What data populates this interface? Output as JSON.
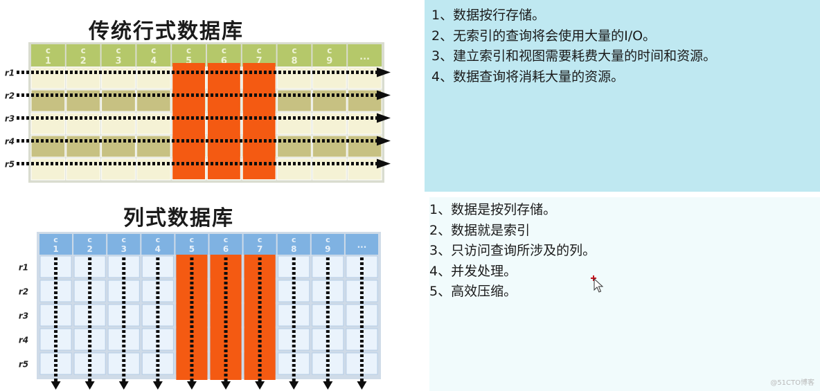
{
  "row_store": {
    "title": "传统行式数据库",
    "columns": [
      [
        "c",
        "1"
      ],
      [
        "c",
        "2"
      ],
      [
        "c",
        "3"
      ],
      [
        "c",
        "4"
      ],
      [
        "c",
        "5"
      ],
      [
        "c",
        "6"
      ],
      [
        "c",
        "7"
      ],
      [
        "c",
        "8"
      ],
      [
        "c",
        "9"
      ],
      [
        "..."
      ]
    ],
    "rows": [
      "r1",
      "r2",
      "r3",
      "r4",
      "r5"
    ],
    "highlight_columns": [
      5,
      6,
      7
    ],
    "points": [
      "1、数据按行存储。",
      "2、无索引的查询将会使用大量的I/O。",
      "3、建立索引和视图需要耗费大量的时间和资源。",
      "4、数据查询将消耗大量的资源。"
    ]
  },
  "column_store": {
    "title": "列式数据库",
    "columns": [
      [
        "c",
        "1"
      ],
      [
        "c",
        "2"
      ],
      [
        "c",
        "3"
      ],
      [
        "c",
        "4"
      ],
      [
        "c",
        "5"
      ],
      [
        "c",
        "6"
      ],
      [
        "c",
        "7"
      ],
      [
        "c",
        "8"
      ],
      [
        "c",
        "9"
      ],
      [
        "..."
      ]
    ],
    "rows": [
      "r1",
      "r2",
      "r3",
      "r4",
      "r5"
    ],
    "highlight_columns": [
      5,
      6,
      7
    ],
    "points": [
      "1、数据是按列存储。",
      "2、数据就是索引",
      "3、只访问查询所涉及的列。",
      "4、并发处理。",
      "5、高效压缩。"
    ]
  },
  "colors": {
    "highlight": "#f45a12",
    "row_header": "#b5c86a",
    "row_band_dark": "#c7c182",
    "row_band_light": "#f5f2d5",
    "col_header": "#7fb2e2",
    "col_cell": "#eaf3fc",
    "top_panel": "#bfe8f1",
    "bottom_panel": "#f1fbfc"
  },
  "watermark": "@51CTO博客"
}
